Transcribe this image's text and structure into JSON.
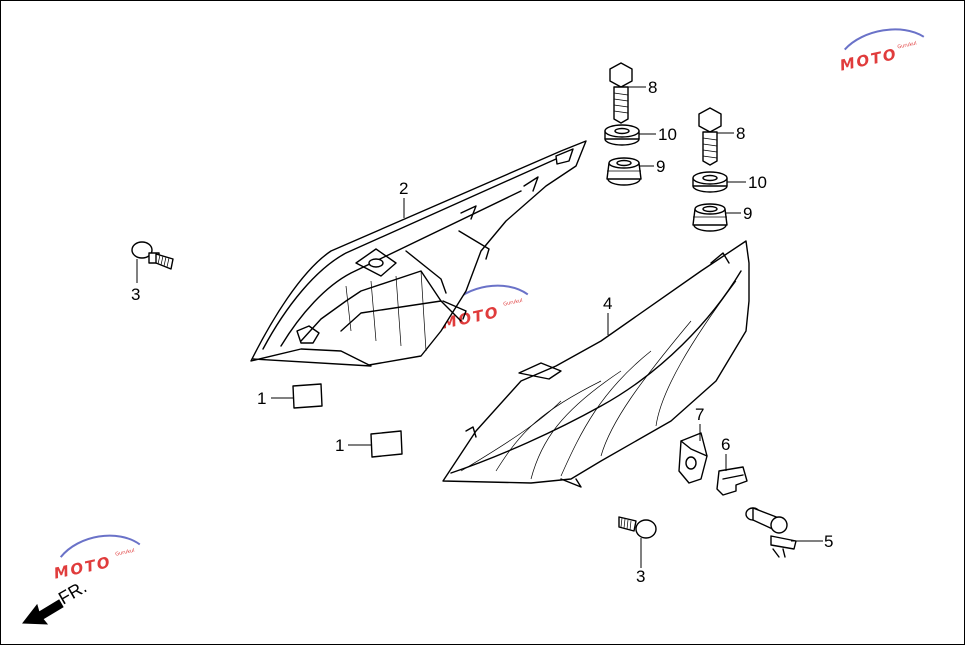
{
  "diagram": {
    "direction_label": "FR.",
    "watermark": {
      "brand": "MOTO",
      "tagline": "Gurukul",
      "color_primary": "#e03c3c",
      "color_secondary": "#6a72c8"
    },
    "callouts": [
      {
        "id": "c1a",
        "text": "1"
      },
      {
        "id": "c1b",
        "text": "1"
      },
      {
        "id": "c2",
        "text": "2"
      },
      {
        "id": "c3a",
        "text": "3"
      },
      {
        "id": "c3b",
        "text": "3"
      },
      {
        "id": "c4",
        "text": "4"
      },
      {
        "id": "c5",
        "text": "5"
      },
      {
        "id": "c6",
        "text": "6"
      },
      {
        "id": "c7",
        "text": "7"
      },
      {
        "id": "c8a",
        "text": "8"
      },
      {
        "id": "c8b",
        "text": "8"
      },
      {
        "id": "c9a",
        "text": "9"
      },
      {
        "id": "c9b",
        "text": "9"
      },
      {
        "id": "c10a",
        "text": "10"
      },
      {
        "id": "c10b",
        "text": "10"
      }
    ]
  }
}
